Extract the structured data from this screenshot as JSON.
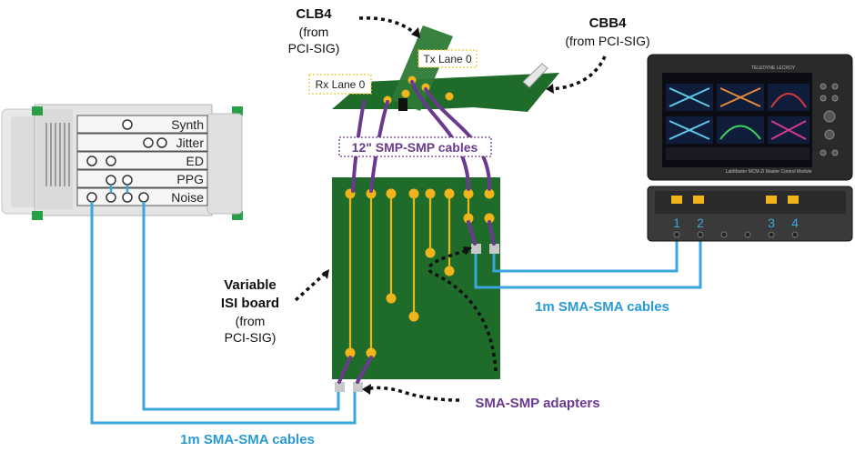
{
  "labels": {
    "clb4_title": "CLB4",
    "clb4_sub1": "(from",
    "clb4_sub2": "PCI-SIG)",
    "cbb4_title": "CBB4",
    "cbb4_sub": "(from PCI-SIG)",
    "rx_lane": "Rx Lane 0",
    "tx_lane": "Tx Lane 0",
    "smp_cables": "12\" SMP-SMP cables",
    "isi_title1": "Variable",
    "isi_title2": "ISI board",
    "isi_sub1": "(from",
    "isi_sub2": "PCI-SIG)",
    "sma_cables_right": "1m SMA-SMA cables",
    "sma_cables_bottom": "1m SMA-SMA cables",
    "adapters": "SMA-SMP adapters"
  },
  "instrument": {
    "modules": [
      "Synth",
      "Jitter",
      "ED",
      "PPG",
      "Noise"
    ]
  },
  "scope": {
    "brand": "TELEDYNE LECROY",
    "screen_caption": "LabMaster MCM-Zi Master Control Module",
    "channels": [
      "1",
      "2",
      "3",
      "4"
    ]
  },
  "colors": {
    "board_green": "#1f6b2a",
    "pad_yellow": "#f2b41b",
    "cable_purple": "#6a3a8f",
    "cable_blue": "#3aa6dc",
    "label_purple": "#6a3a8f",
    "label_blue": "#2a9ad6",
    "highlight_yellow": "#f2c830"
  }
}
